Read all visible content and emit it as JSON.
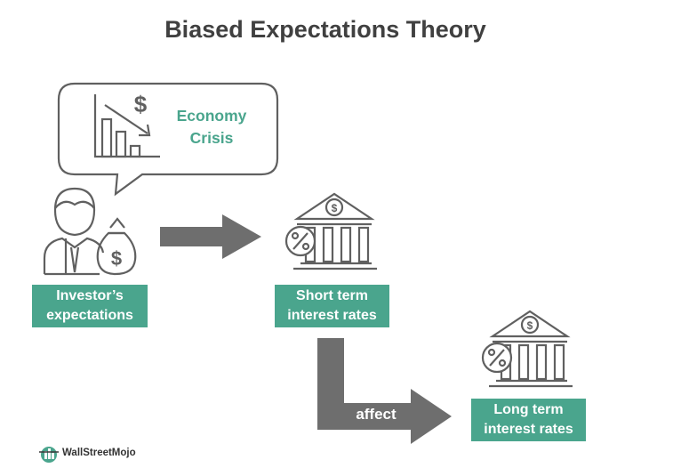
{
  "title": "Biased Expectations Theory",
  "bubble": {
    "line1": "Economy",
    "line2": "Crisis"
  },
  "boxes": {
    "investor": {
      "line1": "Investor’s",
      "line2": "expectations"
    },
    "short": {
      "line1": "Short term",
      "line2": "interest rates"
    },
    "long": {
      "line1": "Long term",
      "line2": "interest rates"
    }
  },
  "arrow_label": "affect",
  "brand": "WallStreetMojo",
  "icons": {
    "chart": "declining-bar-chart-icon",
    "investor": "investor-with-money-bag-icon",
    "bank": "bank-building-percent-icon"
  },
  "colors": {
    "accent": "#4aa58d",
    "arrow": "#6e6e6e",
    "outline": "#606060"
  }
}
